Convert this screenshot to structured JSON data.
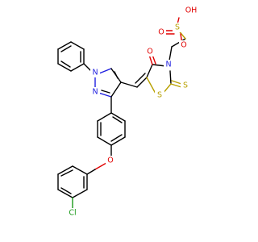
{
  "molecule": {
    "atoms": {
      "oh": "OH",
      "s_sulfonyl": "S",
      "o_sulfonyl_1": "O",
      "o_sulfonyl_2": "O",
      "n_thiazolidine": "N",
      "o_carbonyl": "O",
      "s_thione": "S",
      "s_ring": "S",
      "n_pyrazole_1": "N",
      "n_pyrazole_2": "N",
      "o_ether": "O",
      "cl": "Cl"
    },
    "colors": {
      "carbon": "#000000",
      "nitrogen": "#2020e0",
      "oxygen": "#e00000",
      "sulfur": "#b8a000",
      "chlorine": "#1a9a1a"
    }
  }
}
